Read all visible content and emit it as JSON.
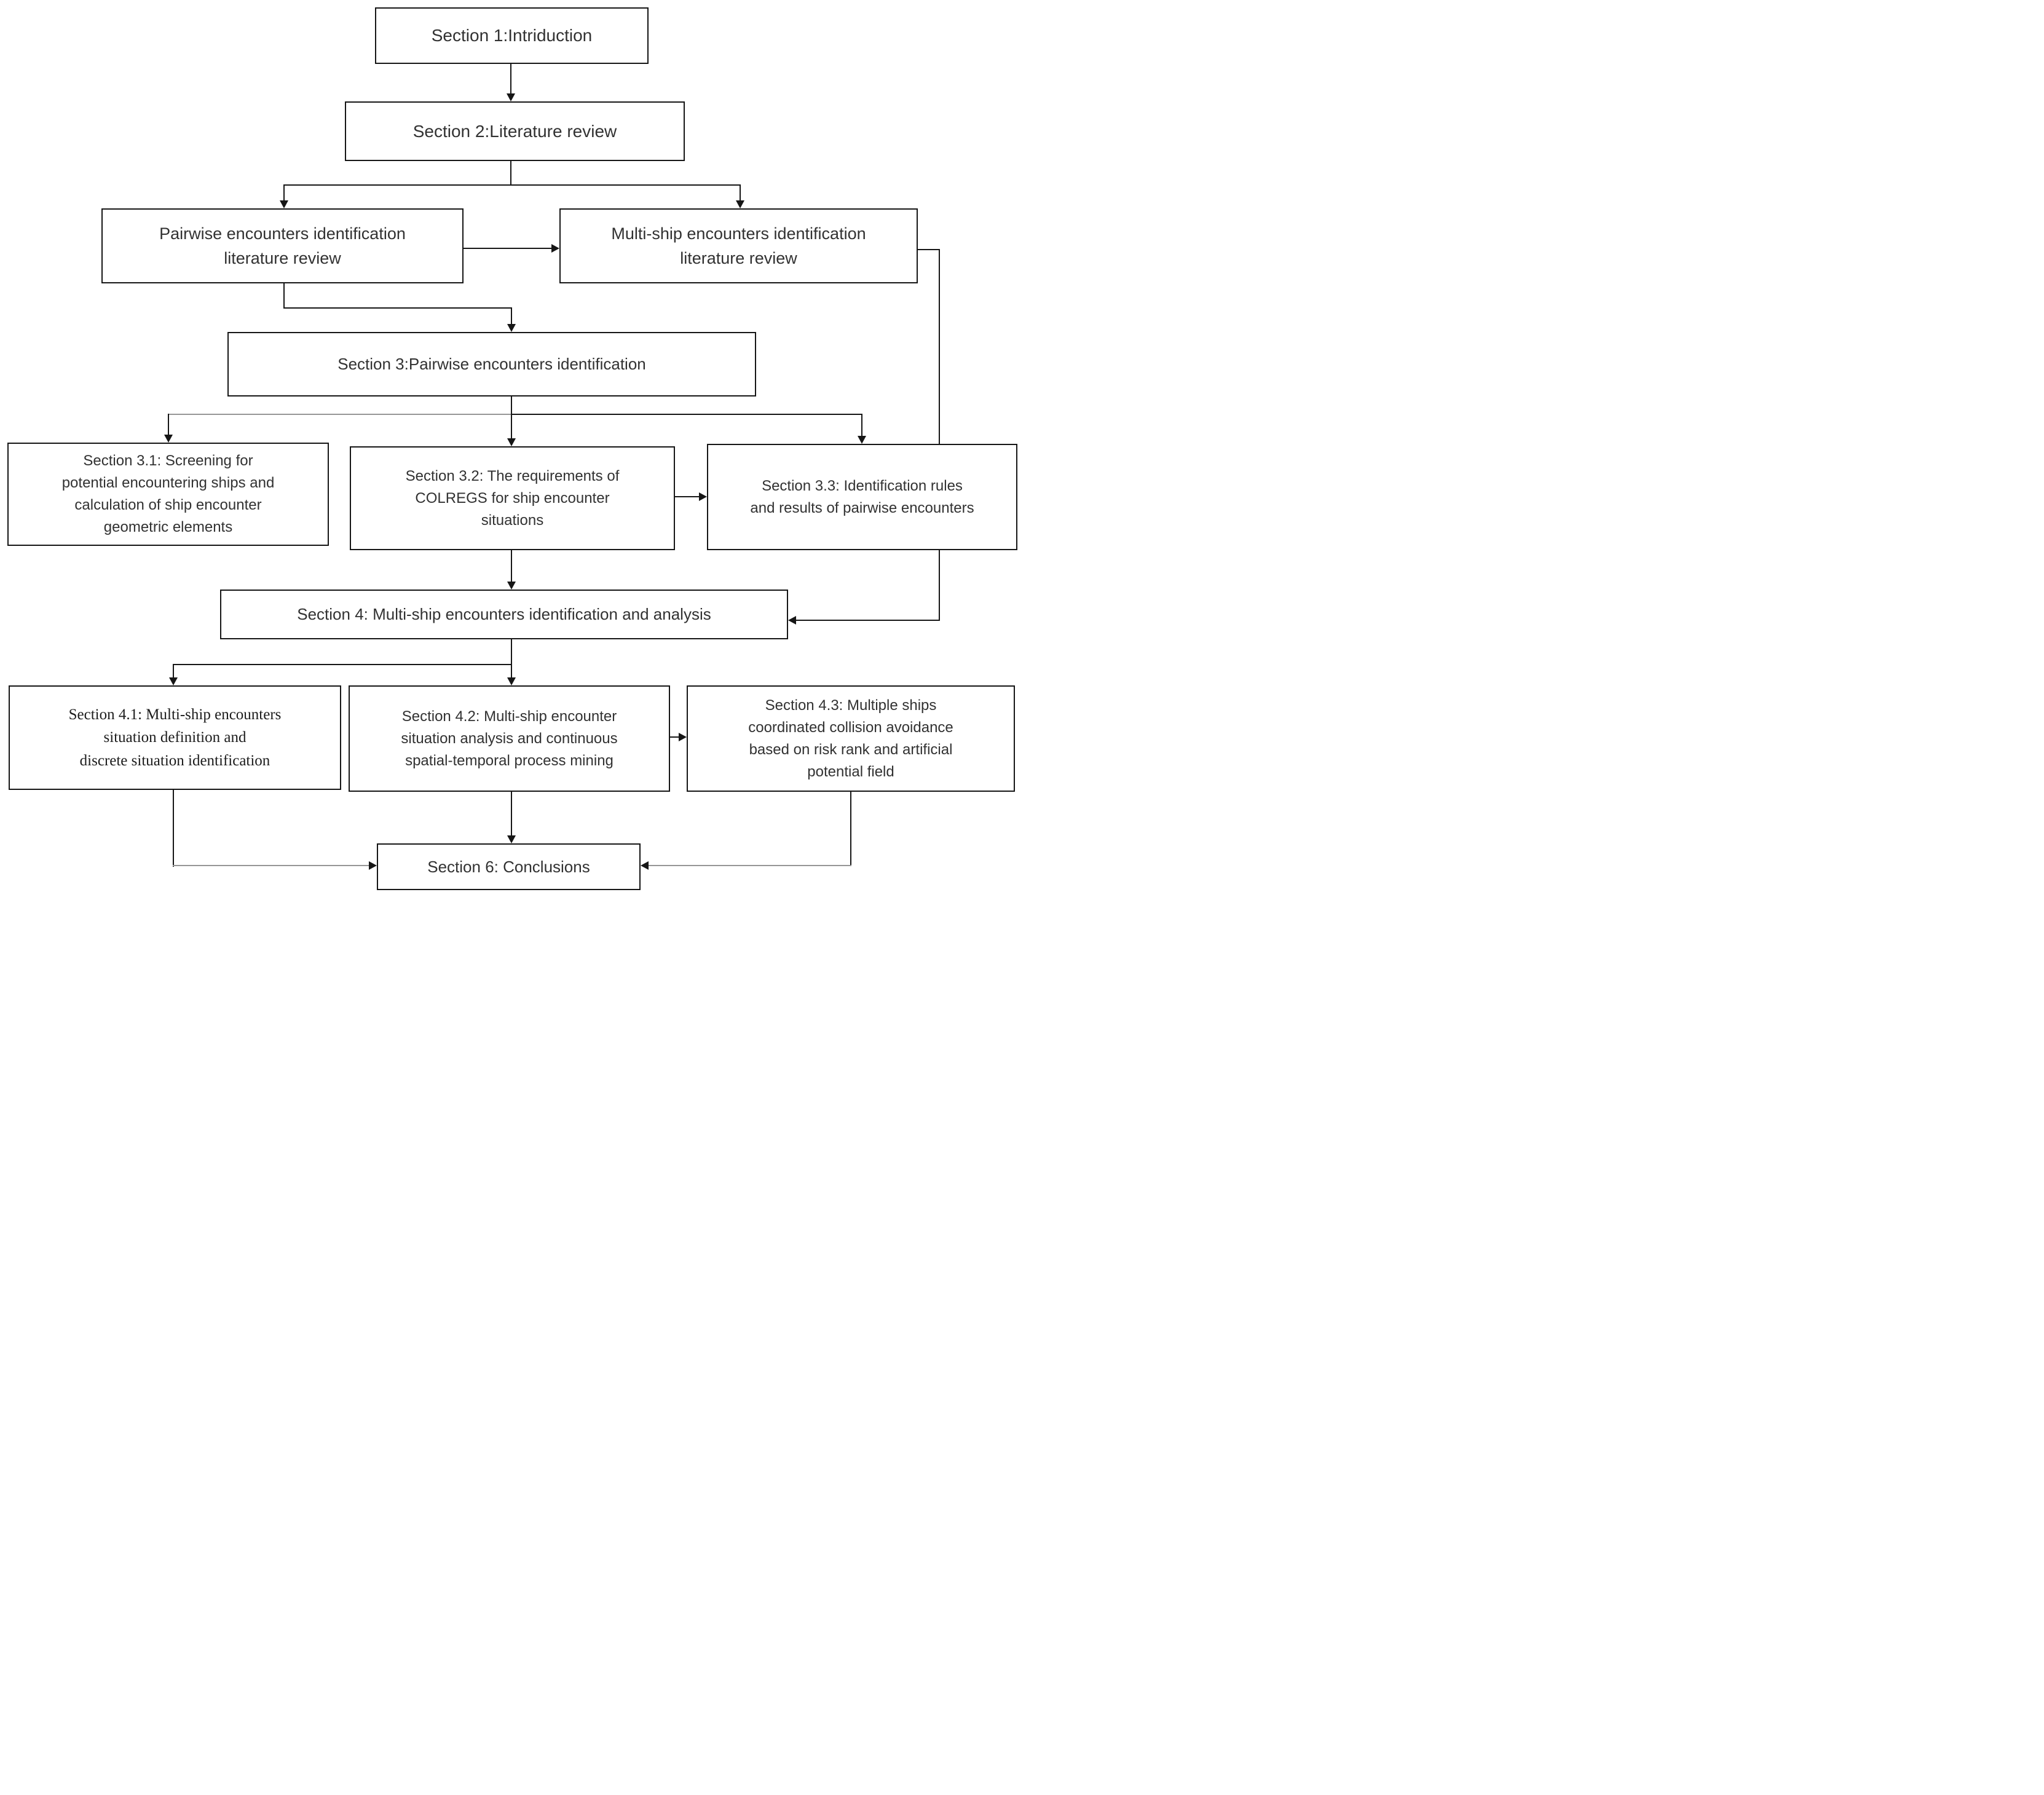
{
  "diagram_title": "Paper structure flowchart",
  "colors": {
    "background": "#ffffff",
    "box_border": "#161616",
    "line": "#161616",
    "gray_line": "#969696",
    "text": "#323232"
  },
  "nodes": {
    "sec1": {
      "label": "Section 1:Intriduction"
    },
    "sec2": {
      "label": "Section 2:Literature review"
    },
    "pairwise": {
      "label": "Pairwise encounters identification\nliterature review"
    },
    "multiship": {
      "label": "Multi-ship encounters identification\nliterature review"
    },
    "sec3": {
      "label": "Section 3:Pairwise encounters identification"
    },
    "sec31": {
      "label": "Section 3.1: Screening for\npotential encountering ships and\ncalculation of ship encounter\ngeometric elements"
    },
    "sec32": {
      "label": "Section 3.2: The requirements of\nCOLREGS for ship encounter\nsituations"
    },
    "sec33": {
      "label": "Section 3.3: Identification rules\nand results of pairwise encounters"
    },
    "sec4": {
      "label": "Section 4:  Multi-ship encounters identification and analysis"
    },
    "sec41": {
      "label": "Section 4.1: Multi-ship encounters\nsituation definition and\ndiscrete situation identification"
    },
    "sec42": {
      "label": "Section 4.2: Multi-ship encounter\nsituation analysis and continuous\nspatial-temporal process mining"
    },
    "sec43": {
      "label": "Section 4.3:  Multiple ships\ncoordinated collision avoidance\nbased on risk rank and artificial\npotential field"
    },
    "sec6": {
      "label": "Section 6:  Conclusions"
    }
  },
  "edges": [
    {
      "from": "sec1",
      "to": "sec2",
      "style": "black"
    },
    {
      "from": "sec2",
      "to": "pairwise",
      "style": "black"
    },
    {
      "from": "sec2",
      "to": "multiship",
      "style": "black"
    },
    {
      "from": "pairwise",
      "to": "multiship",
      "style": "black"
    },
    {
      "from": "pairwise",
      "to": "sec3",
      "style": "black"
    },
    {
      "from": "multiship",
      "to": "sec4",
      "style": "black"
    },
    {
      "from": "sec3",
      "to": "sec31",
      "style": "gray-left-branch"
    },
    {
      "from": "sec3",
      "to": "sec32",
      "style": "black"
    },
    {
      "from": "sec3",
      "to": "sec33",
      "style": "black"
    },
    {
      "from": "sec32",
      "to": "sec33",
      "style": "black"
    },
    {
      "from": "sec32",
      "to": "sec4",
      "style": "black"
    },
    {
      "from": "sec4",
      "to": "sec41",
      "style": "black"
    },
    {
      "from": "sec4",
      "to": "sec42",
      "style": "black"
    },
    {
      "from": "sec42",
      "to": "sec43",
      "style": "black"
    },
    {
      "from": "sec41",
      "to": "sec6",
      "style": "gray"
    },
    {
      "from": "sec42",
      "to": "sec6",
      "style": "black"
    },
    {
      "from": "sec43",
      "to": "sec6",
      "style": "gray"
    }
  ]
}
